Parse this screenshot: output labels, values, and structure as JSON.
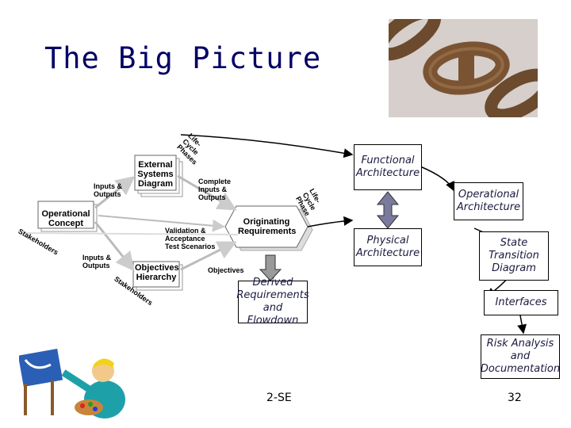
{
  "slide": {
    "title": "The Big Picture",
    "footer_center": "2-SE",
    "page_number": "32"
  },
  "diagram_left": {
    "operational_concept": "Operational Concept",
    "external_systems": "External Systems Diagram",
    "objectives_hierarchy": "Objectives Hierarchy",
    "originating_requirements": "Originating Requirements",
    "inputs_outputs_top": "Inputs & Outputs",
    "inputs_outputs_bottom": "Inputs & Outputs",
    "complete_inputs_outputs": "Complete Inputs & Outputs",
    "validation_acceptance": "Validation & Acceptance Test Scenarios",
    "objectives_label": "Objectives",
    "life_cycle_phase_1": "Life-Cycle Phases",
    "life_cycle_phase_2": "Life-Cycle Phase",
    "stakeholders_1": "Stakeholders",
    "stakeholders_2": "Stakeholders"
  },
  "boxes": {
    "functional": "Functional Architecture",
    "physical": "Physical Architecture",
    "operational": "Operational Architecture",
    "state_transition": "State Transition Diagram",
    "interfaces": "Interfaces",
    "risk": "Risk Analysis and Documentation",
    "derived": "Derived Requirements and Flowdown"
  },
  "colors": {
    "title": "#000066",
    "double_arrow": "#7a7a9e",
    "down_arrow": "#9a9a9a",
    "diagram_gray": "#d8d8d8"
  },
  "icons": {
    "chain": "chain-link-photo",
    "artist": "artist-painting-clipart"
  }
}
